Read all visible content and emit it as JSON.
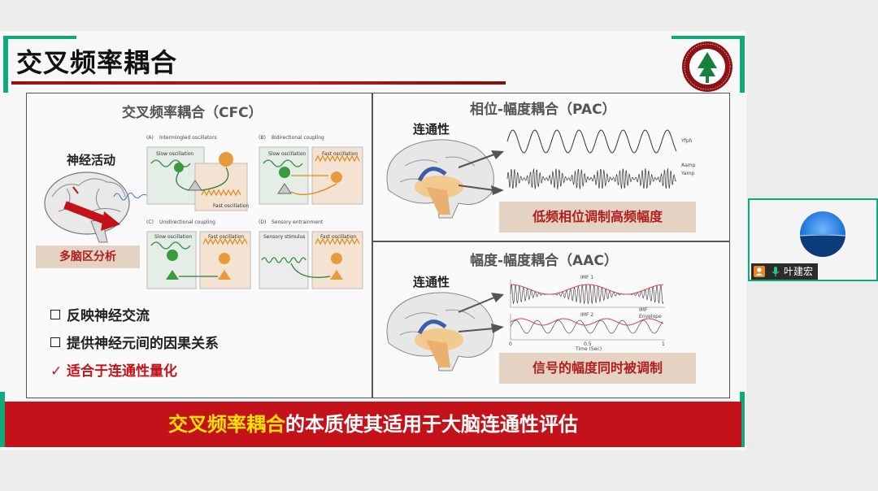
{
  "slide": {
    "title": "交叉频率耦合",
    "left_panel": {
      "title": "交叉频率耦合（CFC）",
      "neural_activity_label": "神经活动",
      "multi_region_label": "多脑区分析",
      "subpanels": [
        {
          "label": "(A)",
          "caption": "Intermingled oscillators",
          "tag1": "Slow oscillation",
          "tag2": "Fast oscillation"
        },
        {
          "label": "(B)",
          "caption": "Bidirectional coupling",
          "tag1": "Slow oscillation",
          "tag2": "Fast oscillation"
        },
        {
          "label": "(C)",
          "caption": "Unidirectional coupling",
          "tag1": "Slow oscillation",
          "tag2": "Fast oscillation"
        },
        {
          "label": "(D)",
          "caption": "Sensory entrainment",
          "tag1": "Sensory stimulus",
          "tag2": "Fast oscillation"
        }
      ],
      "items": [
        {
          "mark": "square",
          "text": "反映神经交流"
        },
        {
          "mark": "square",
          "text": "提供神经元间的因果关系"
        },
        {
          "mark": "check",
          "symbol": "✓",
          "text": "适合于连通性量化"
        }
      ]
    },
    "pac_panel": {
      "title": "相位-幅度耦合（PAC）",
      "connectivity_label": "连通性",
      "y_labels": [
        "Yfph",
        "Aamp",
        "Yamp"
      ],
      "caption": "低频相位调制高频幅度"
    },
    "aac_panel": {
      "title": "幅度-幅度耦合（AAC）",
      "connectivity_label": "连通性",
      "imf1": "IMF 1",
      "imf2": "IMF 2",
      "legend": [
        "IMF",
        "Envelope"
      ],
      "xaxis": "Time (Sec)",
      "ticks": [
        "0",
        "0.5",
        "1"
      ],
      "caption": "信号的幅度同时被调制"
    },
    "banner": {
      "highlight": "交叉频率耦合",
      "rest": "的本质使其适用于大脑连通性评估"
    }
  },
  "participant": {
    "name": "叶建宏"
  },
  "colors": {
    "accent_green": "#12a87e",
    "banner_red": "#c3121a",
    "highlight_yellow": "#ffe100",
    "caption_red": "#b01e1e",
    "tan": "#e4d2c2"
  }
}
